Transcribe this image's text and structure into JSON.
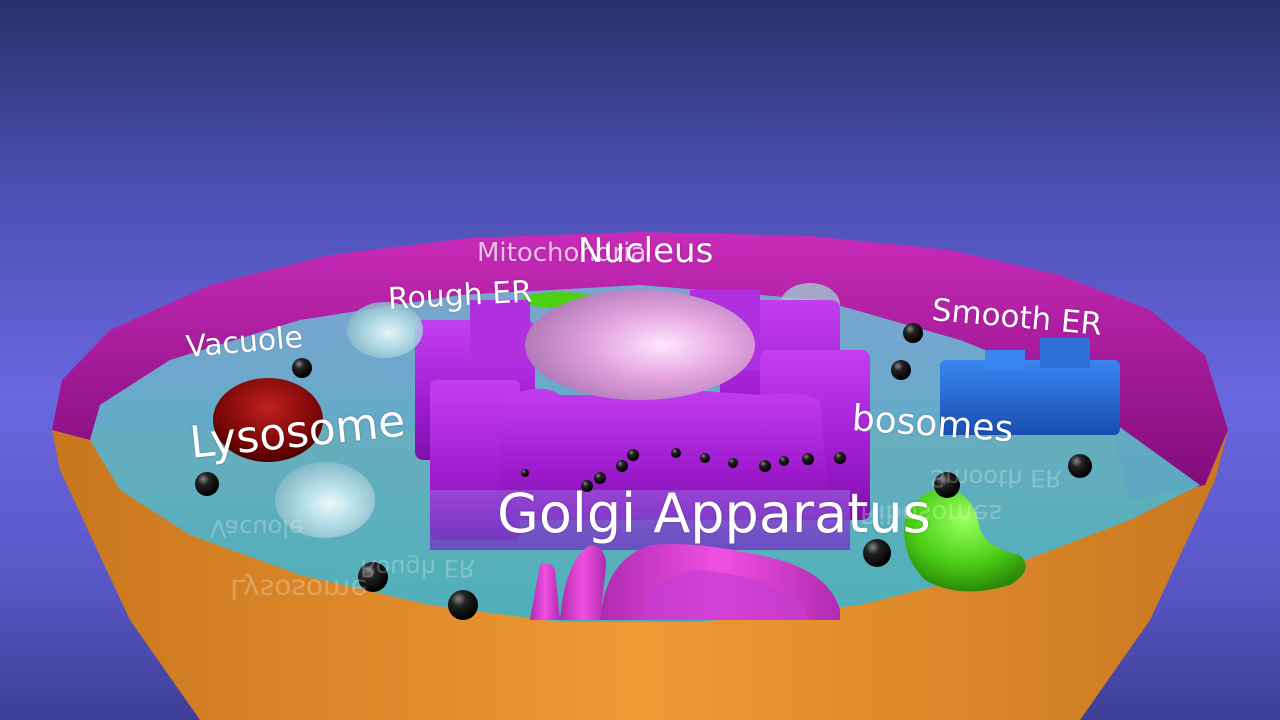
{
  "scene": {
    "description_colors": {
      "background_top": "#2a2f6a",
      "background_mid": "#6a66e0",
      "cell_wall_outer": "#e8902e",
      "cell_rim": "#b01aa0",
      "cytoplasm": "#63b6c8",
      "organelle_purple": "#a21bd0",
      "nucleus": "#e3a6e0",
      "lysosome": "#8b0a0a",
      "vacuole": "#a6d4e0",
      "smooth_er": "#1f5fd0",
      "mitochondria": "#55d61a",
      "golgi": "#e040d0",
      "ribosome": "#111111"
    }
  },
  "labels": {
    "mitochondria": "Mitochondria",
    "nucleus": "Nucleus",
    "rough_er": "Rough ER",
    "smooth_er": "Smooth ER",
    "vacuole": "Vacuole",
    "lysosome": "Lysosome",
    "ribosomes": "bosomes",
    "golgi": "Golgi Apparatus"
  },
  "reflections": {
    "vacuole": "Vacuole",
    "rough_er": "Rough ER",
    "lysosome": "Lysosome",
    "ribosomes": "Ribosomes",
    "smooth_er": "Smooth ER"
  }
}
